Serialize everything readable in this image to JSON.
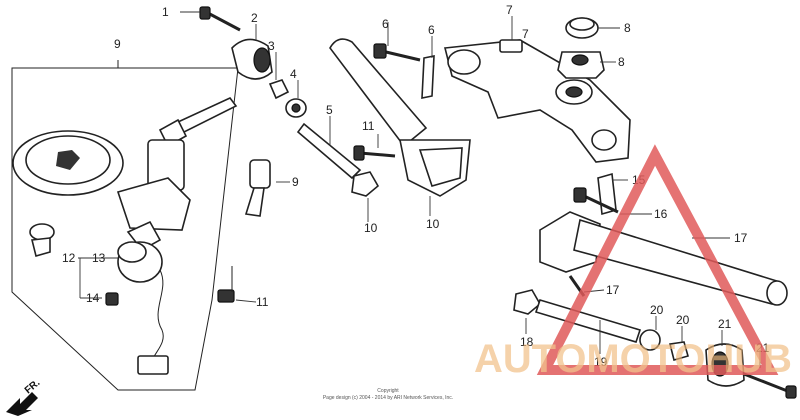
{
  "callouts": [
    {
      "id": "c1",
      "text": "1"
    },
    {
      "id": "c2",
      "text": "2"
    },
    {
      "id": "c3",
      "text": "3"
    },
    {
      "id": "c4",
      "text": "4"
    },
    {
      "id": "c5",
      "text": "5"
    },
    {
      "id": "c6a",
      "text": "6"
    },
    {
      "id": "c6b",
      "text": "6"
    },
    {
      "id": "c7a",
      "text": "7"
    },
    {
      "id": "c7b",
      "text": "7"
    },
    {
      "id": "c8a",
      "text": "8"
    },
    {
      "id": "c8b",
      "text": "8"
    },
    {
      "id": "c9a",
      "text": "9"
    },
    {
      "id": "c9b",
      "text": "9"
    },
    {
      "id": "c10a",
      "text": "10"
    },
    {
      "id": "c10b",
      "text": "10"
    },
    {
      "id": "c11a",
      "text": "11"
    },
    {
      "id": "c11b",
      "text": "11"
    },
    {
      "id": "c12",
      "text": "12"
    },
    {
      "id": "c13",
      "text": "13"
    },
    {
      "id": "c14",
      "text": "14"
    },
    {
      "id": "c15",
      "text": "15"
    },
    {
      "id": "c16",
      "text": "16"
    },
    {
      "id": "c17a",
      "text": "17"
    },
    {
      "id": "c17b",
      "text": "17"
    },
    {
      "id": "c18",
      "text": "18"
    },
    {
      "id": "c19",
      "text": "19"
    },
    {
      "id": "c20a",
      "text": "20"
    },
    {
      "id": "c20b",
      "text": "20"
    },
    {
      "id": "c21a",
      "text": "21"
    },
    {
      "id": "c21b",
      "text": "21"
    }
  ],
  "direction_label": "FR.",
  "copyright": {
    "line1": "Copyright",
    "line2": "Page design (c) 2004 - 2014 by ARI Network Services, Inc."
  },
  "watermark": {
    "text": "AUTOMOTOHUB",
    "color": "#e05a5a"
  }
}
